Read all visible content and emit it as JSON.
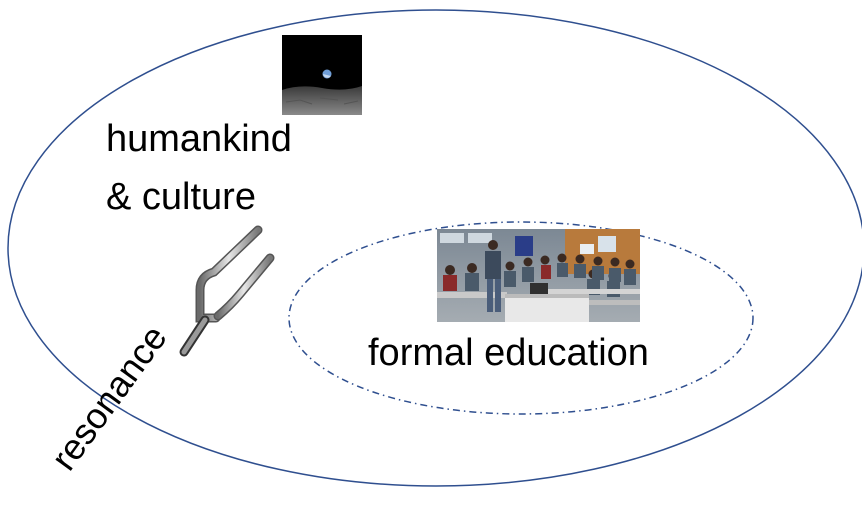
{
  "labels": {
    "humankind": "humankind",
    "culture": "& culture",
    "formal_education": "formal education",
    "resonance": "resonance"
  },
  "images": {
    "earthrise": "earthrise-photo",
    "classroom": "classroom-photo",
    "tuning_fork": "tuning-fork-icon"
  },
  "colors": {
    "ellipse_stroke": "#2f4f8f",
    "text": "#000000"
  }
}
